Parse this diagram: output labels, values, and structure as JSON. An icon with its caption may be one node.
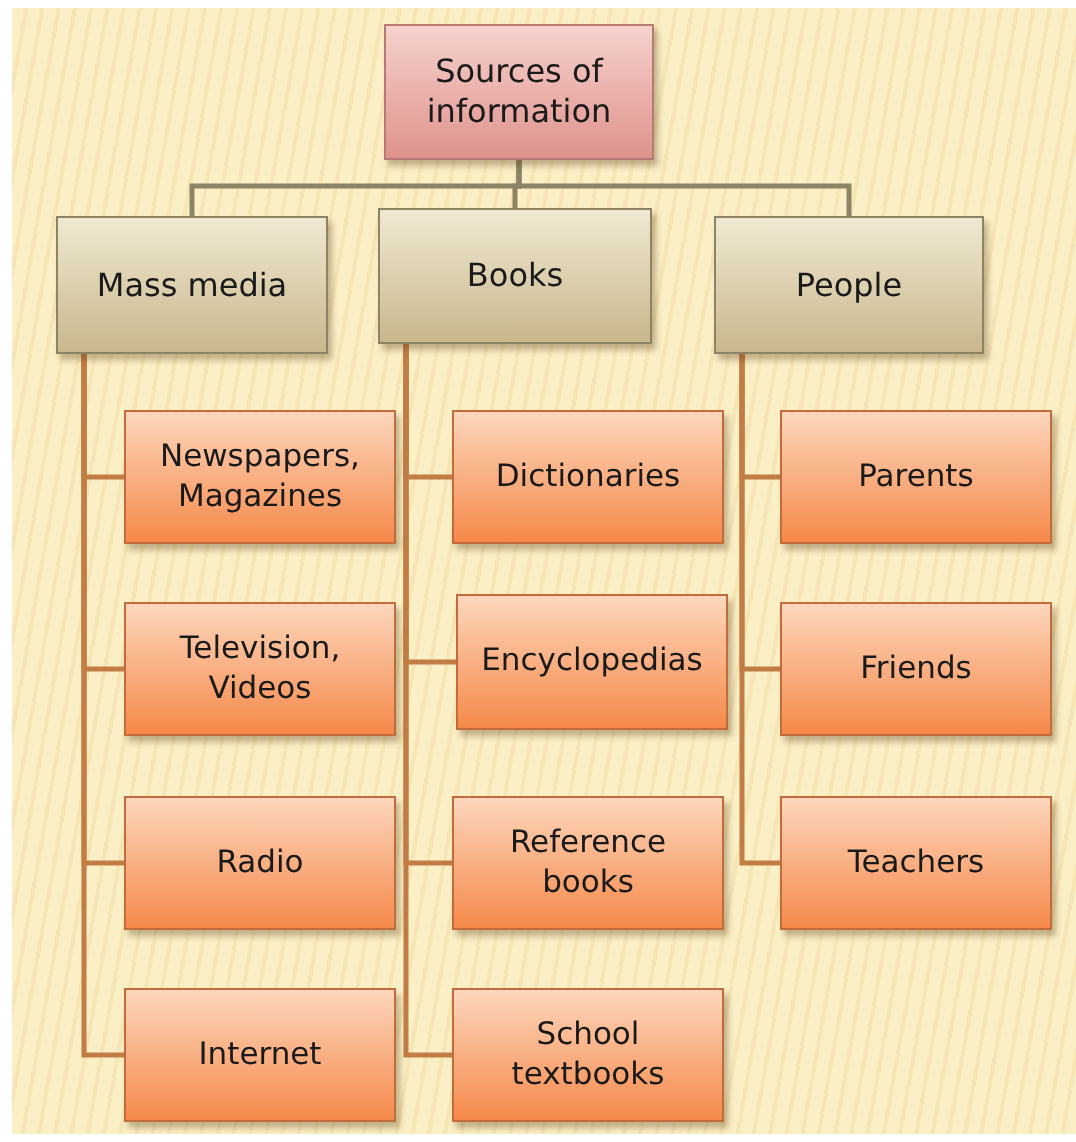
{
  "diagram": {
    "nodes": [
      {
        "text": [
          "Sources of information"
        ]
      },
      {
        "text": [
          "Mass media"
        ]
      },
      {
        "text": [
          "Books"
        ]
      },
      {
        "text": [
          "People"
        ]
      },
      {
        "text": [
          "Newspapers, Magazines"
        ]
      },
      {
        "text": [
          "Television, Videos"
        ]
      },
      {
        "text": [
          "Radio"
        ]
      },
      {
        "text": [
          "Internet"
        ]
      },
      {
        "text": [
          "Dictionaries"
        ]
      },
      {
        "text": [
          "Encyclopedias"
        ]
      },
      {
        "text": [
          "Reference books"
        ]
      },
      {
        "text": [
          "School textbooks"
        ]
      },
      {
        "text": [
          "Parents"
        ]
      },
      {
        "text": [
          "Friends"
        ]
      },
      {
        "text": [
          "Teachers"
        ]
      }
    ],
    "edges": [
      {
        "from": 0,
        "to": 1,
        "arrow": "none",
        "color": "#8c8465"
      },
      {
        "from": 0,
        "to": 2,
        "arrow": "none",
        "color": "#8c8465"
      },
      {
        "from": 0,
        "to": 3,
        "arrow": "none",
        "color": "#8c8465"
      },
      {
        "from": 1,
        "to": 4,
        "arrow": "none"
      },
      {
        "from": 1,
        "to": 5,
        "arrow": "none"
      },
      {
        "from": 1,
        "to": 6,
        "arrow": "none"
      },
      {
        "from": 1,
        "to": 7,
        "arrow": "none"
      },
      {
        "from": 2,
        "to": 8,
        "arrow": "none"
      },
      {
        "from": 2,
        "to": 9,
        "arrow": "none"
      },
      {
        "from": 2,
        "to": 10,
        "arrow": "none"
      },
      {
        "from": 2,
        "to": 11,
        "arrow": "none"
      },
      {
        "from": 3,
        "to": 12,
        "arrow": "none"
      },
      {
        "from": 3,
        "to": 13,
        "arrow": "none"
      },
      {
        "from": 3,
        "to": 14,
        "arrow": "none"
      }
    ]
  }
}
